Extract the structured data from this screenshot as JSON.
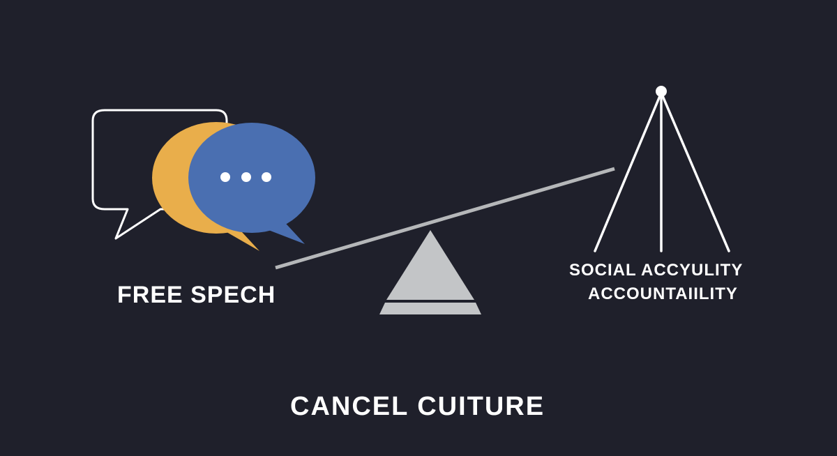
{
  "colors": {
    "background": "#1f202b",
    "bubble_outline": "#ffffff",
    "bubble_yellow": "#e9ae4b",
    "bubble_blue": "#4a6fb1",
    "beam": "#b5b7b9",
    "fulcrum": "#c3c5c7",
    "text": "#ffffff"
  },
  "left": {
    "label": "FREE SPECH",
    "icon": "speech-bubbles-icon"
  },
  "right": {
    "label_line1": "SOCIAL ACCYULITY",
    "label_line2": "ACCOUNTAIILITY",
    "icon": "tripod-icon"
  },
  "center": {
    "icon": "seesaw-icon"
  },
  "title": "CANCEL CUITURE"
}
